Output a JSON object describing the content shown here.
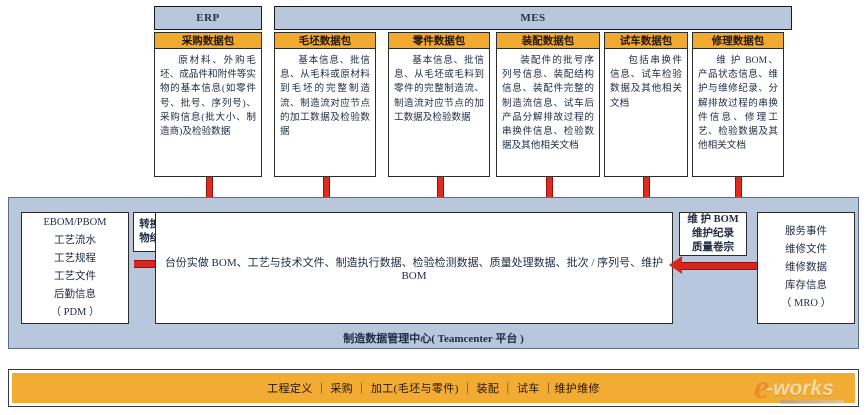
{
  "systems": [
    {
      "name": "ERP",
      "label": "ERP"
    },
    {
      "name": "MES",
      "label": "MES"
    }
  ],
  "packages": [
    {
      "header": "采购数据包",
      "body": "原材料、外购毛坯、成品件和附件等实物的基本信息(如零件号、批号、序列号)、采购信息(批大小、制造商)及检验数据"
    },
    {
      "header": "毛坯数据包",
      "body": "基本信息、批信息、从毛料或原材料到毛坯的完整制造流、制造流对应节点的加工数据及检验数据"
    },
    {
      "header": "零件数据包",
      "body": "基本信息、批信息、从毛坯或毛料到零件的完整制造流、制造流对应节点的加工数据及检验数据"
    },
    {
      "header": "装配数据包",
      "body": "装配件的批号序列号信息、装配结构信息、装配件完整的制造流信息、试车后产品分解排故过程的串换件信息、检验数据及其他相关文档"
    },
    {
      "header": "试车数据包",
      "body": "包括串换件信息、试车检验数据及其他相关文档"
    },
    {
      "header": "修理数据包",
      "body": "维 护 BOM、产品状态信息、维护与维修纪录、分解排故过程的串换件信息、修理工艺、检验数据及其他相关文档"
    }
  ],
  "platform": {
    "label": "制造数据管理中心( Teamcenter 平台 )",
    "left_source": {
      "lines": [
        "EBOM/PBOM",
        "工艺流水",
        "工艺规程",
        "工艺文件",
        "后勤信息",
        "（ PDM ）"
      ]
    },
    "left_connector": {
      "lines": [
        "转换实",
        "物结构"
      ]
    },
    "center": {
      "text": "台份实做 BOM、工艺与技术文件、制造执行数据、检验检测数据、质量处理数据、批次 / 序列号、维护 BOM"
    },
    "right_connector": {
      "lines": [
        "维 护 BOM",
        "维护纪录",
        "质量卷宗"
      ]
    },
    "right_source": {
      "lines": [
        "服务事件",
        "维修文件",
        "维修数据",
        "库存信息",
        "（ MRO ）"
      ]
    }
  },
  "phasebar": {
    "text": "工程定义 ｜  采购  ｜   加工(毛坯与零件) ｜  装配  ｜  试车  ｜维护维修",
    "phases": [
      "工程定义",
      "采购",
      "加工(毛坯与零件)",
      "装配",
      "试车",
      "维护维修"
    ]
  },
  "watermark": {
    "e": "e",
    "works": "-works"
  },
  "colors": {
    "system_blue": "#b9c7dd",
    "package_orange": "#f2a92f",
    "phase_orange": "#f2ab33",
    "arrow_red": "#d8261c",
    "text_navy": "#1d2b42"
  }
}
